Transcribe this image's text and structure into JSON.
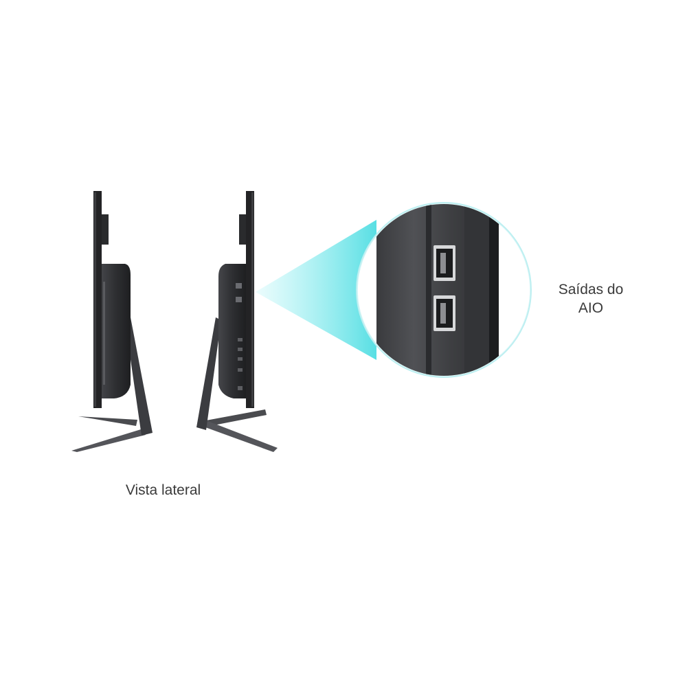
{
  "captions": {
    "side_view": "Vista lateral",
    "outputs_line1": "Saídas do",
    "outputs_line2": "AIO"
  },
  "colors": {
    "background": "#ffffff",
    "device_body": "#2b2b2d",
    "stand": "#3a3a3d",
    "highlight_beam": "#5fe3e6",
    "caption_text": "#3a3a3a"
  },
  "illustration": {
    "subject": "all-in-one computer, side views with stand",
    "zoom_detail": "two USB ports"
  }
}
